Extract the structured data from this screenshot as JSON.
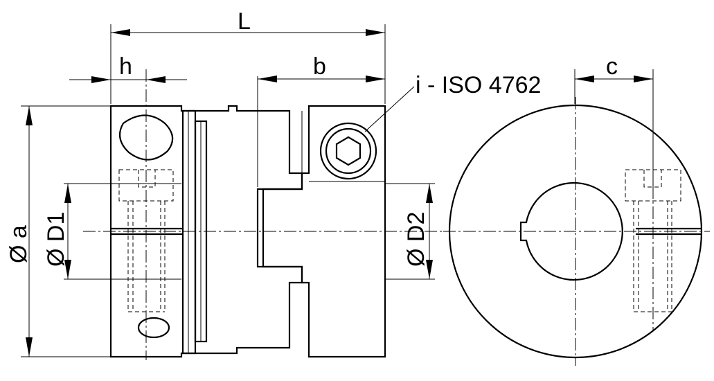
{
  "dimensions": {
    "length": "L",
    "hub_offset": "h",
    "hub_width": "b",
    "screw_offset": "c",
    "outer_diameter": "Ø a",
    "bore_1": "Ø D1",
    "bore_2": "Ø D2"
  },
  "callout": "i - ISO 4762"
}
